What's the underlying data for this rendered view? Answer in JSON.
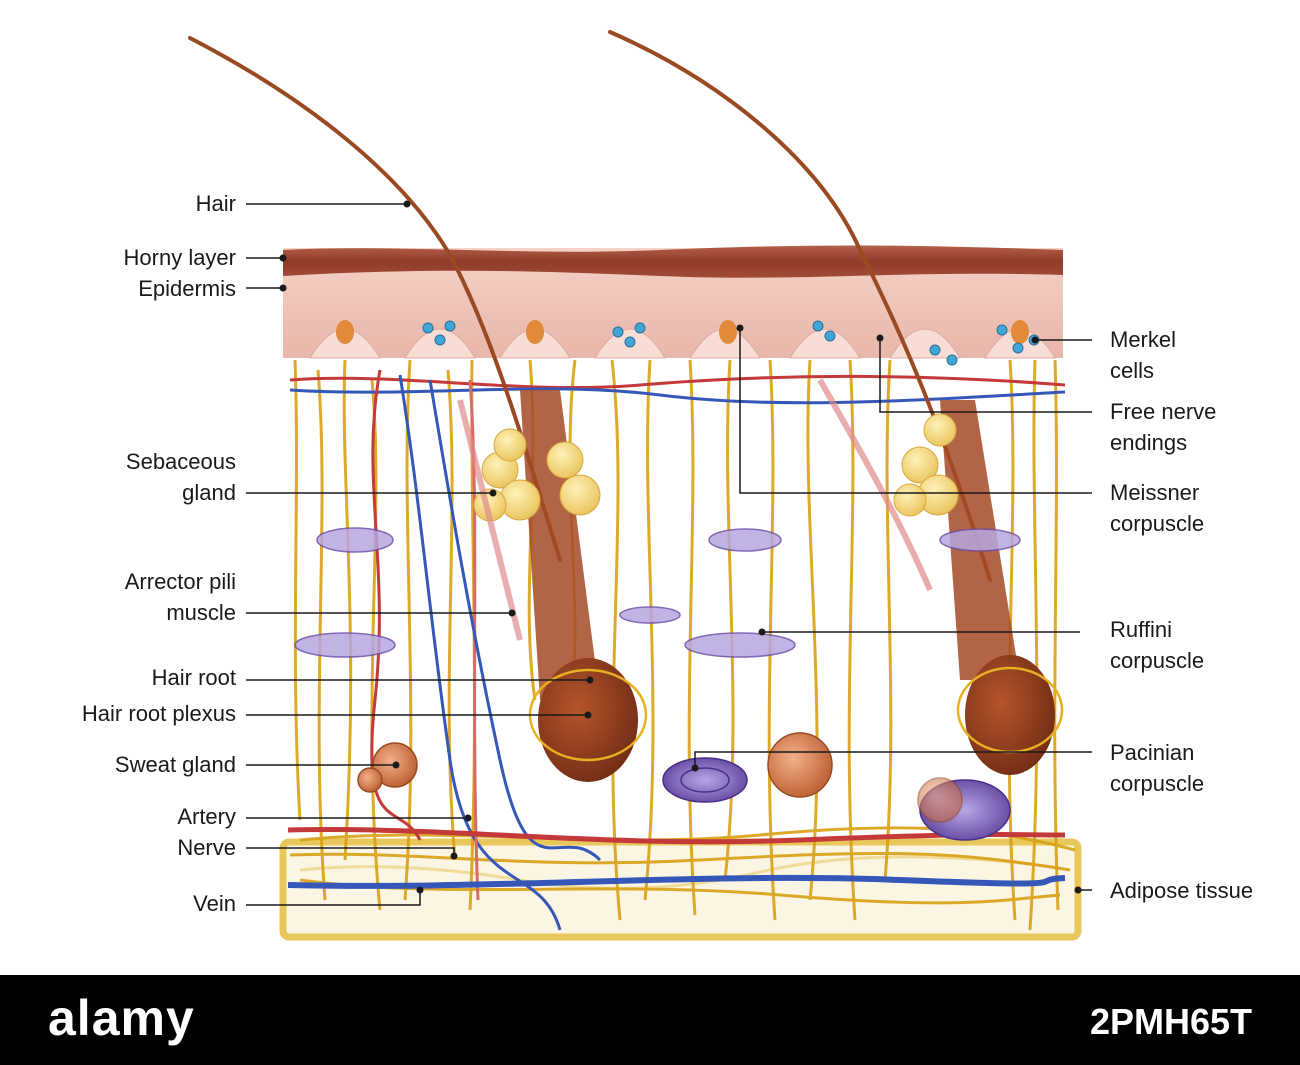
{
  "labels_left": [
    {
      "id": "hair",
      "text": [
        "Hair"
      ]
    },
    {
      "id": "horny-layer",
      "text": [
        "Horny layer"
      ]
    },
    {
      "id": "epidermis",
      "text": [
        "Epidermis"
      ]
    },
    {
      "id": "sebaceous-gland",
      "text": [
        "Sebaceous",
        "gland"
      ]
    },
    {
      "id": "arrector-pili-muscle",
      "text": [
        "Arrector pili",
        "muscle"
      ]
    },
    {
      "id": "hair-root",
      "text": [
        "Hair root"
      ]
    },
    {
      "id": "hair-root-plexus",
      "text": [
        "Hair root plexus"
      ]
    },
    {
      "id": "sweat-gland",
      "text": [
        "Sweat gland"
      ]
    },
    {
      "id": "artery",
      "text": [
        "Artery"
      ]
    },
    {
      "id": "nerve",
      "text": [
        "Nerve"
      ]
    },
    {
      "id": "vein",
      "text": [
        "Vein"
      ]
    }
  ],
  "labels_right": [
    {
      "id": "merkel-cells",
      "text": [
        "Merkel",
        "cells"
      ]
    },
    {
      "id": "free-nerve-endings",
      "text": [
        "Free nerve",
        "endings"
      ]
    },
    {
      "id": "meissner-corpuscle",
      "text": [
        "Meissner",
        "corpuscle"
      ]
    },
    {
      "id": "ruffini-corpuscle",
      "text": [
        "Ruffini",
        "corpuscle"
      ]
    },
    {
      "id": "pacinian-corpuscle",
      "text": [
        "Pacinian",
        "corpuscle"
      ]
    },
    {
      "id": "adipose-tissue",
      "text": [
        "Adipose tissue"
      ]
    }
  ],
  "footer": {
    "logo": "alamy",
    "image_code": "2PMH65T"
  },
  "colors": {
    "horny_layer": "#8e3b2a",
    "epidermis": "#f0c6bd",
    "nerve": "#d9a015",
    "artery": "#c43a3a",
    "vein": "#3557b8",
    "hair": "#9a4a22",
    "sebaceous": "#f2d36b",
    "adipose_border": "#e8c85a",
    "pacinian": "#6c4fa8"
  }
}
